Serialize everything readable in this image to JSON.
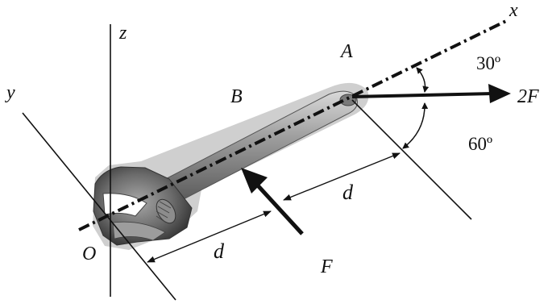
{
  "labels": {
    "axis_z": "z",
    "axis_y": "y",
    "axis_x": "x",
    "origin": "O",
    "point_a": "A",
    "point_b": "B",
    "force_2f": "2F",
    "force_f": "F",
    "dist_1": "d",
    "dist_2": "d",
    "angle_30": "30º",
    "angle_60": "60º"
  },
  "colors": {
    "ink": "#111111",
    "wrench_light": "#b9b9b9",
    "wrench_mid": "#8a8a8a",
    "wrench_dark": "#4a4a4a"
  }
}
